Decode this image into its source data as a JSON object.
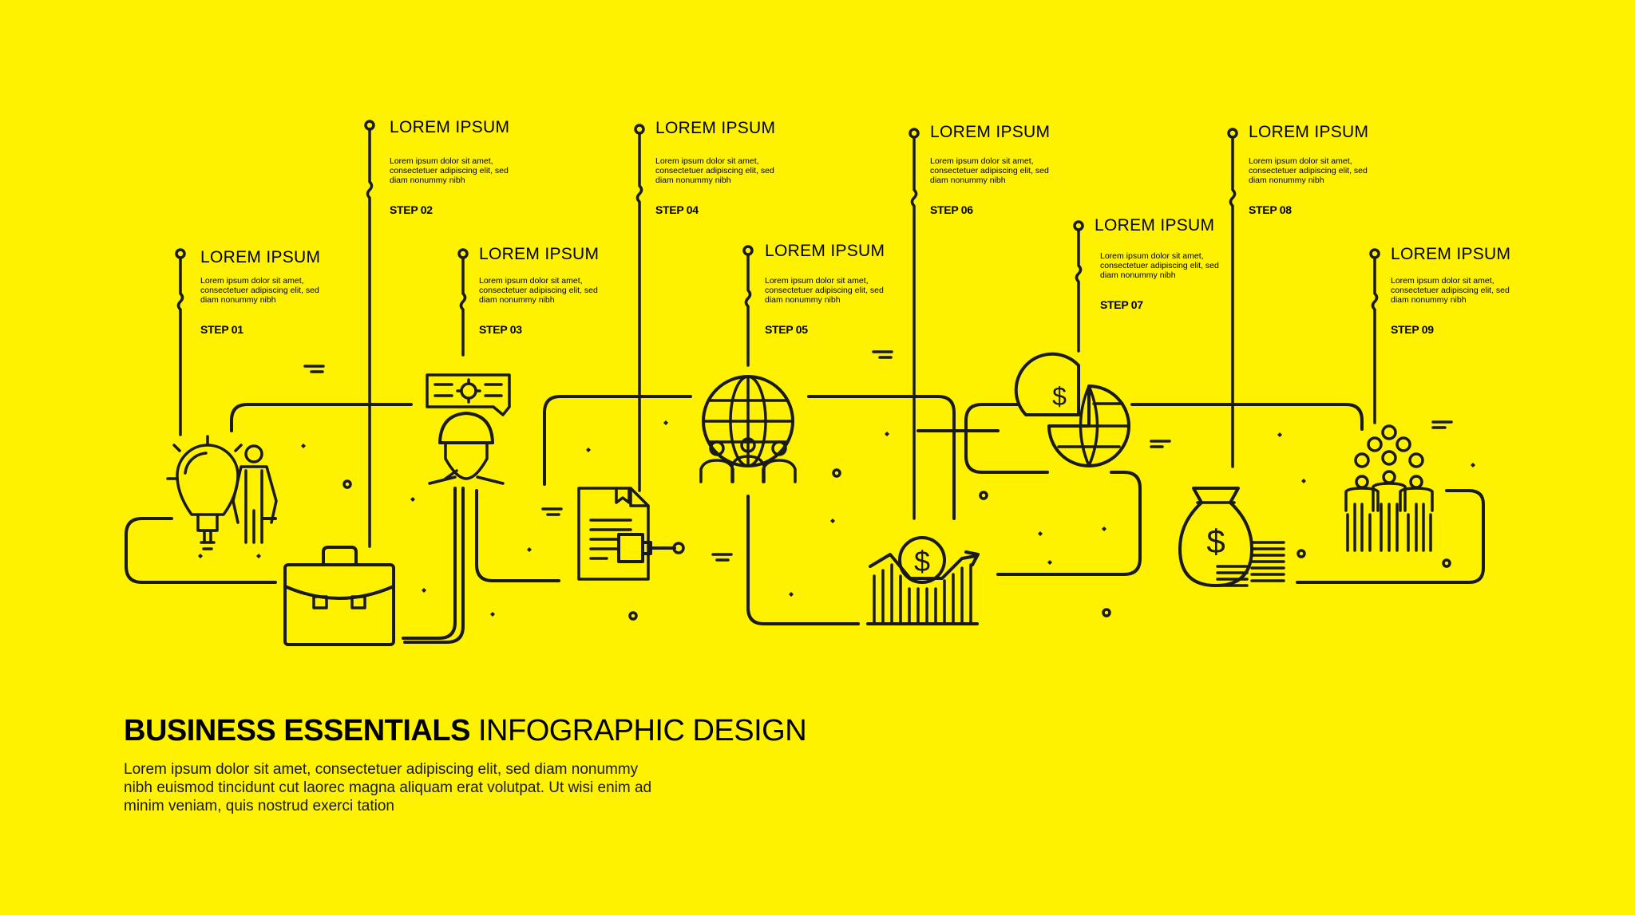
{
  "headline": {
    "bold": "BUSINESS ESSENTIALS",
    "light": " INFOGRAPHIC DESIGN"
  },
  "intro": [
    "Lorem ipsum dolor sit amet, consectetuer adipiscing elit, sed diam nonummy",
    "nibh euismod tincidunt cut laorec  magna aliquam erat volutpat. Ut wisi enim ad",
    "minim veniam, quis nostrud exerci tation"
  ],
  "steps": [
    {
      "title": "LOREM IPSUM",
      "desc": [
        "Lorem ipsum dolor sit amet,",
        "consectetuer adipiscing elit, sed",
        "diam nonummy nibh"
      ],
      "label": "STEP 01",
      "icon": "idea-person-icon"
    },
    {
      "title": "LOREM IPSUM",
      "desc": [
        "Lorem ipsum dolor sit amet,",
        "consectetuer adipiscing elit, sed",
        "diam nonummy nibh"
      ],
      "label": "STEP 02",
      "icon": "briefcase-icon"
    },
    {
      "title": "LOREM IPSUM",
      "desc": [
        "Lorem ipsum dolor sit amet,",
        "consectetuer adipiscing elit, sed",
        "diam nonummy nibh"
      ],
      "label": "STEP 03",
      "icon": "engineer-icon"
    },
    {
      "title": "LOREM IPSUM",
      "desc": [
        "Lorem ipsum dolor sit amet,",
        "consectetuer adipiscing elit, sed",
        "diam nonummy nibh"
      ],
      "label": "STEP 04",
      "icon": "contract-stamp-icon"
    },
    {
      "title": "LOREM IPSUM",
      "desc": [
        "Lorem ipsum dolor sit amet,",
        "consectetuer adipiscing elit, sed",
        "diam nonummy nibh"
      ],
      "label": "STEP 05",
      "icon": "global-team-icon"
    },
    {
      "title": "LOREM IPSUM",
      "desc": [
        "Lorem ipsum dolor sit amet,",
        "consectetuer adipiscing elit, sed",
        "diam nonummy nibh"
      ],
      "label": "STEP 06",
      "icon": "dollar-growth-chart-icon"
    },
    {
      "title": "LOREM IPSUM",
      "desc": [
        "Lorem ipsum dolor sit amet,",
        "consectetuer adipiscing elit, sed",
        "diam nonummy nibh"
      ],
      "label": "STEP 07",
      "icon": "global-finance-pie-icon"
    },
    {
      "title": "LOREM IPSUM",
      "desc": [
        "Lorem ipsum dolor sit amet,",
        "consectetuer adipiscing elit, sed",
        "diam nonummy nibh"
      ],
      "label": "STEP 08",
      "icon": "money-bag-coins-icon"
    },
    {
      "title": "LOREM IPSUM",
      "desc": [
        "Lorem ipsum dolor sit amet,",
        "consectetuer adipiscing elit, sed",
        "diam nonummy nibh"
      ],
      "label": "STEP 09",
      "icon": "crowd-ideas-icon"
    }
  ],
  "colors": {
    "background": "#FFF200",
    "ink": "#1a1a1a"
  }
}
